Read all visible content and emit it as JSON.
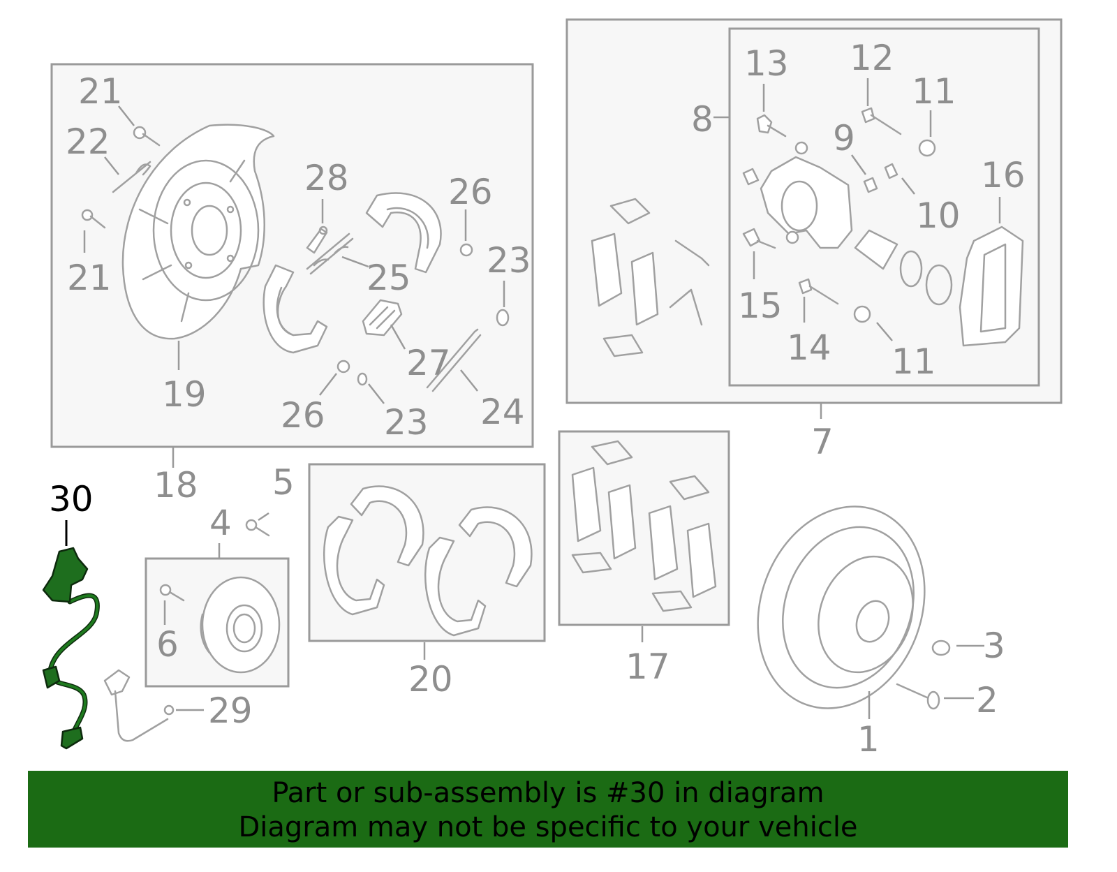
{
  "highlight_part": "30",
  "banner": {
    "line1": "Part or sub-assembly is #30 in diagram",
    "line2": "Diagram may not be specific to your vehicle"
  },
  "colors": {
    "highlight": "#1e6e1e",
    "banner": "#1b6b14",
    "outline": "#a0a0a0",
    "label": "#8e8e8e"
  },
  "callouts": [
    "1",
    "2",
    "3",
    "4",
    "5",
    "6",
    "7",
    "8",
    "9",
    "10",
    "11",
    "11",
    "12",
    "13",
    "14",
    "15",
    "16",
    "17",
    "18",
    "19",
    "20",
    "21",
    "21",
    "22",
    "23",
    "23",
    "24",
    "25",
    "26",
    "26",
    "27",
    "28",
    "29",
    "30"
  ]
}
